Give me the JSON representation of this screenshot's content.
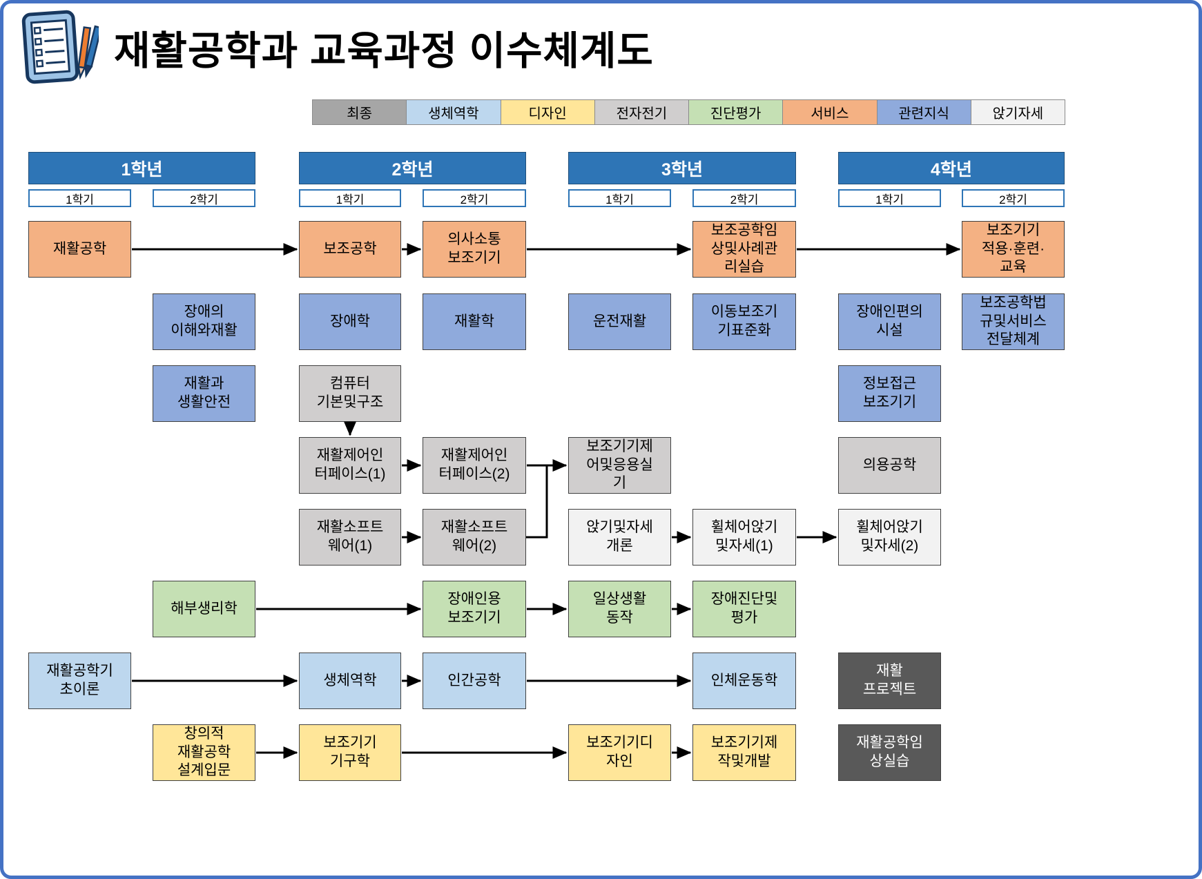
{
  "page": {
    "title": "재활공학과 교육과정 이수체계도"
  },
  "legend": {
    "items": [
      {
        "key": "final",
        "label": "최종",
        "color": "#A6A6A6"
      },
      {
        "key": "biomech",
        "label": "생체역학",
        "color": "#BDD7EE"
      },
      {
        "key": "design",
        "label": "디자인",
        "color": "#FFE699"
      },
      {
        "key": "electronics",
        "label": "전자전기",
        "color": "#D0CECE"
      },
      {
        "key": "evaluation",
        "label": "진단평가",
        "color": "#C5E0B4"
      },
      {
        "key": "service",
        "label": "서비스",
        "color": "#F4B183"
      },
      {
        "key": "knowledge",
        "label": "관련지식",
        "color": "#8FAADC"
      },
      {
        "key": "sitting",
        "label": "앉기자세",
        "color": "#F2F2F2"
      }
    ]
  },
  "years": [
    {
      "label": "1학년",
      "semesters": [
        "1학기",
        "2학기"
      ]
    },
    {
      "label": "2학년",
      "semesters": [
        "1학기",
        "2학기"
      ]
    },
    {
      "label": "3학년",
      "semesters": [
        "1학기",
        "2학기"
      ]
    },
    {
      "label": "4학년",
      "semesters": [
        "1학기",
        "2학기"
      ]
    }
  ],
  "colors": {
    "frame_border": "#4472C4",
    "year_header_bg": "#2E75B6",
    "year_header_text": "#FFFFFF",
    "semester_border": "#2E75B6",
    "box_border": "#404040",
    "arrow": "#000000",
    "categories": {
      "final": {
        "bg": "#595959",
        "text": "#FFFFFF"
      },
      "biomech": {
        "bg": "#BDD7EE",
        "text": "#000000"
      },
      "design": {
        "bg": "#FFE699",
        "text": "#000000"
      },
      "electronics": {
        "bg": "#D0CECE",
        "text": "#000000"
      },
      "evaluation": {
        "bg": "#C5E0B4",
        "text": "#000000"
      },
      "service": {
        "bg": "#F4B183",
        "text": "#000000"
      },
      "knowledge": {
        "bg": "#8FAADC",
        "text": "#000000"
      },
      "sitting": {
        "bg": "#F2F2F2",
        "text": "#000000"
      }
    }
  },
  "courses": [
    {
      "id": "rehab_eng",
      "label": "재활공학",
      "col": 1,
      "row": 1,
      "category": "service"
    },
    {
      "id": "assistive_tech",
      "label": "보조공학",
      "col": 3,
      "row": 1,
      "category": "service"
    },
    {
      "id": "comm_aid",
      "label": "의사소통\n보조기기",
      "col": 4,
      "row": 1,
      "category": "service"
    },
    {
      "id": "at_clinical",
      "label": "보조공학임\n상및사례관\n리실습",
      "col": 6,
      "row": 1,
      "category": "service"
    },
    {
      "id": "at_apply",
      "label": "보조기기\n적용·훈련·\n교육",
      "col": 8,
      "row": 1,
      "category": "service"
    },
    {
      "id": "disability_rehab",
      "label": "장애의\n이해와재활",
      "col": 2,
      "row": 2,
      "category": "knowledge"
    },
    {
      "id": "disability_studies",
      "label": "장애학",
      "col": 3,
      "row": 2,
      "category": "knowledge"
    },
    {
      "id": "rehab_studies",
      "label": "재활학",
      "col": 4,
      "row": 2,
      "category": "knowledge"
    },
    {
      "id": "driving_rehab",
      "label": "운전재활",
      "col": 5,
      "row": 2,
      "category": "knowledge"
    },
    {
      "id": "mobility_std",
      "label": "이동보조기\n기표준화",
      "col": 6,
      "row": 2,
      "category": "knowledge"
    },
    {
      "id": "accessibility",
      "label": "장애인편의\n시설",
      "col": 7,
      "row": 2,
      "category": "knowledge"
    },
    {
      "id": "at_law",
      "label": "보조공학법\n규및서비스\n전달체계",
      "col": 8,
      "row": 2,
      "category": "knowledge"
    },
    {
      "id": "rehab_safety",
      "label": "재활과\n생활안전",
      "col": 2,
      "row": 3,
      "category": "knowledge"
    },
    {
      "id": "computer_basic",
      "label": "컴퓨터\n기본및구조",
      "col": 3,
      "row": 3,
      "category": "electronics"
    },
    {
      "id": "info_access",
      "label": "정보접근\n보조기기",
      "col": 7,
      "row": 3,
      "category": "knowledge"
    },
    {
      "id": "rci1",
      "label": "재활제어인\n터페이스(1)",
      "col": 3,
      "row": 4,
      "category": "electronics"
    },
    {
      "id": "rci2",
      "label": "재활제어인\n터페이스(2)",
      "col": 4,
      "row": 4,
      "category": "electronics"
    },
    {
      "id": "at_control",
      "label": "보조기기제\n어및응용실\n기",
      "col": 5,
      "row": 4,
      "category": "electronics"
    },
    {
      "id": "biomedical_eng",
      "label": "의용공학",
      "col": 7,
      "row": 4,
      "category": "electronics"
    },
    {
      "id": "rsw1",
      "label": "재활소프트\n웨어(1)",
      "col": 3,
      "row": 5,
      "category": "electronics"
    },
    {
      "id": "rsw2",
      "label": "재활소프트\n웨어(2)",
      "col": 4,
      "row": 5,
      "category": "electronics"
    },
    {
      "id": "seating_intro",
      "label": "앉기및자세\n개론",
      "col": 5,
      "row": 5,
      "category": "sitting"
    },
    {
      "id": "wc_seating1",
      "label": "휠체어앉기\n및자세(1)",
      "col": 6,
      "row": 5,
      "category": "sitting"
    },
    {
      "id": "wc_seating2",
      "label": "휠체어앉기\n및자세(2)",
      "col": 7,
      "row": 5,
      "category": "sitting"
    },
    {
      "id": "anatomy",
      "label": "해부생리학",
      "col": 2,
      "row": 6,
      "category": "evaluation"
    },
    {
      "id": "at_disabled",
      "label": "장애인용\n보조기기",
      "col": 4,
      "row": 6,
      "category": "evaluation"
    },
    {
      "id": "adl",
      "label": "일상생활\n동작",
      "col": 5,
      "row": 6,
      "category": "evaluation"
    },
    {
      "id": "diag_eval",
      "label": "장애진단및\n평가",
      "col": 6,
      "row": 6,
      "category": "evaluation"
    },
    {
      "id": "rehab_basic",
      "label": "재활공학기\n초이론",
      "col": 1,
      "row": 7,
      "category": "biomech"
    },
    {
      "id": "biomech",
      "label": "생체역학",
      "col": 3,
      "row": 7,
      "category": "biomech"
    },
    {
      "id": "ergonomics",
      "label": "인간공학",
      "col": 4,
      "row": 7,
      "category": "biomech"
    },
    {
      "id": "kinesiology",
      "label": "인체운동학",
      "col": 6,
      "row": 7,
      "category": "biomech"
    },
    {
      "id": "rehab_project",
      "label": "재활\n프로젝트",
      "col": 7,
      "row": 7,
      "category": "final"
    },
    {
      "id": "creative_design",
      "label": "창의적\n재활공학\n설계입문",
      "col": 2,
      "row": 8,
      "category": "design"
    },
    {
      "id": "at_mechanics",
      "label": "보조기기\n기구학",
      "col": 3,
      "row": 8,
      "category": "design"
    },
    {
      "id": "at_design",
      "label": "보조기기디\n자인",
      "col": 5,
      "row": 8,
      "category": "design"
    },
    {
      "id": "at_dev",
      "label": "보조기기제\n작및개발",
      "col": 6,
      "row": 8,
      "category": "design"
    },
    {
      "id": "clinical_practice",
      "label": "재활공학임\n상실습",
      "col": 7,
      "row": 8,
      "category": "final"
    }
  ],
  "arrows": [
    {
      "from": "rehab_eng",
      "to": "assistive_tech",
      "type": "h"
    },
    {
      "from": "assistive_tech",
      "to": "comm_aid",
      "type": "h"
    },
    {
      "from": "comm_aid",
      "to": "at_clinical",
      "type": "h"
    },
    {
      "from": "at_clinical",
      "to": "at_apply",
      "type": "h"
    },
    {
      "from": "computer_basic",
      "to": "rci1",
      "type": "v"
    },
    {
      "from": "rci1",
      "to": "rci2",
      "type": "h"
    },
    {
      "from": "rci2",
      "to": "at_control",
      "type": "h"
    },
    {
      "from": "rsw2",
      "to": "at_control",
      "type": "elbow"
    },
    {
      "from": "rsw1",
      "to": "rsw2",
      "type": "h"
    },
    {
      "from": "seating_intro",
      "to": "wc_seating1",
      "type": "h"
    },
    {
      "from": "wc_seating1",
      "to": "wc_seating2",
      "type": "h"
    },
    {
      "from": "anatomy",
      "to": "at_disabled",
      "type": "h"
    },
    {
      "from": "at_disabled",
      "to": "adl",
      "type": "h"
    },
    {
      "from": "adl",
      "to": "diag_eval",
      "type": "h"
    },
    {
      "from": "rehab_basic",
      "to": "biomech",
      "type": "h"
    },
    {
      "from": "biomech",
      "to": "ergonomics",
      "type": "h"
    },
    {
      "from": "ergonomics",
      "to": "kinesiology",
      "type": "h"
    },
    {
      "from": "creative_design",
      "to": "at_mechanics",
      "type": "h"
    },
    {
      "from": "at_mechanics",
      "to": "at_design",
      "type": "h"
    },
    {
      "from": "at_design",
      "to": "at_dev",
      "type": "h"
    }
  ]
}
